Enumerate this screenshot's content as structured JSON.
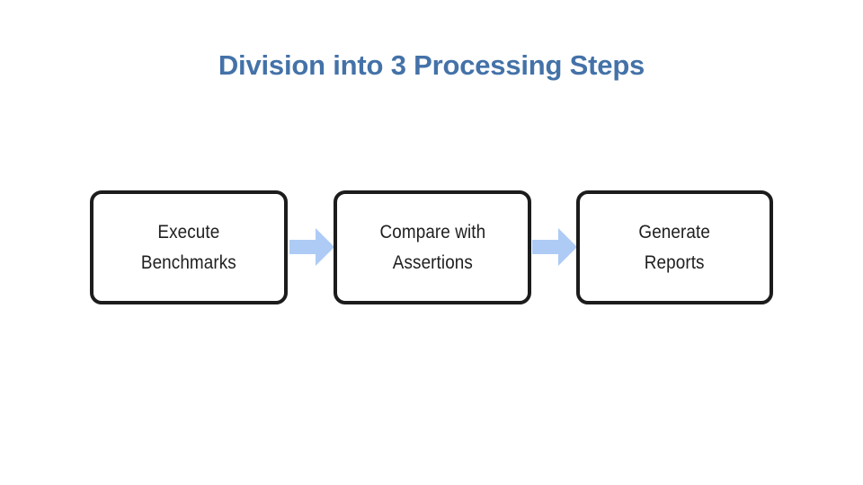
{
  "slide": {
    "title": "Division into 3 Processing Steps",
    "background_color": "#FFFFFF",
    "title_color": "#4472A8"
  },
  "diagram": {
    "type": "linear-process-flow",
    "step_count": 3,
    "box_border_color": "#1C1C1C",
    "box_fill_color": "#FFFFFF",
    "box_text_color": "#1F1F1F",
    "arrow_color": "#AECBF5",
    "steps": [
      {
        "index": 1,
        "label": "Execute\nBenchmarks",
        "line1": "Execute",
        "line2": "Benchmarks"
      },
      {
        "index": 2,
        "label": "Compare with\nAssertions",
        "line1": "Compare with",
        "line2": "Assertions"
      },
      {
        "index": 3,
        "label": "Generate\nReports",
        "line1": "Generate",
        "line2": "Reports"
      }
    ],
    "connectors": [
      {
        "index": 1,
        "from_step": 1,
        "to_step": 2,
        "icon": "right-arrow-icon"
      },
      {
        "index": 2,
        "from_step": 2,
        "to_step": 3,
        "icon": "right-arrow-icon"
      }
    ]
  }
}
